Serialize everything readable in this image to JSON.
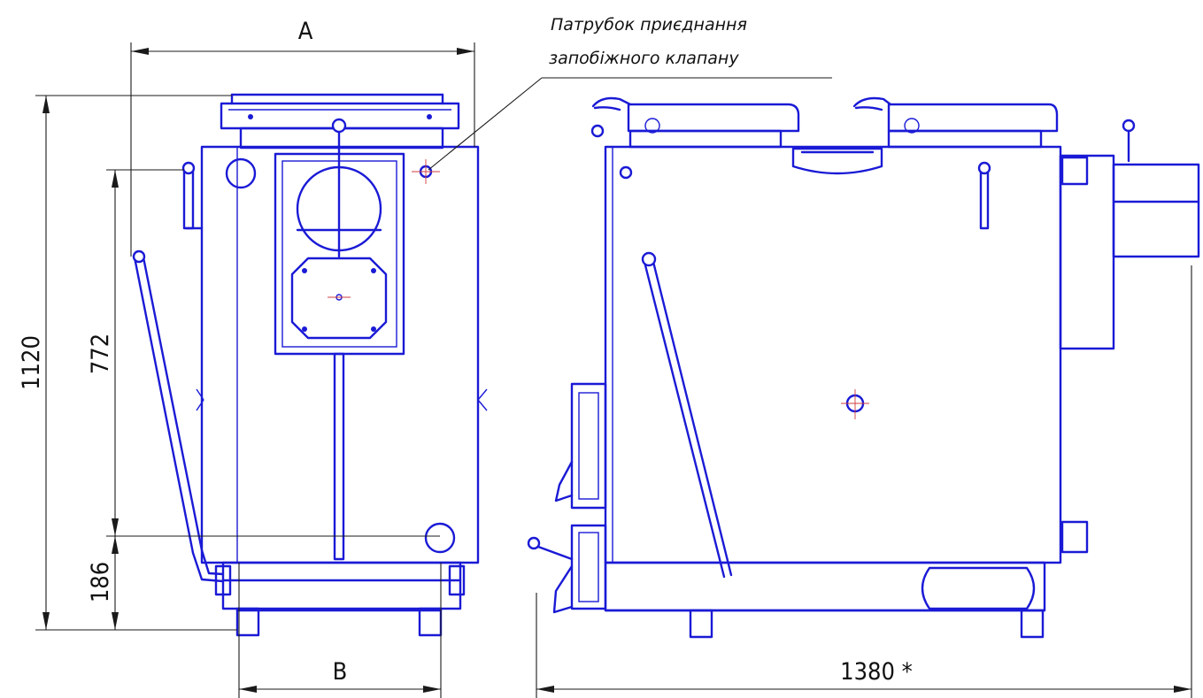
{
  "dimensions": {
    "width_a": "A",
    "width_b": "B",
    "height_total": "1120",
    "height_safety": "772",
    "height_return": "186",
    "length": "1380 *"
  },
  "callout": {
    "line1": "Патрубок приєднання",
    "line2": "запобіжного клапану"
  },
  "colors": {
    "outline": "#1a1ad6",
    "dimension": "#1a1a1a",
    "centerline": "#d23c3c"
  }
}
